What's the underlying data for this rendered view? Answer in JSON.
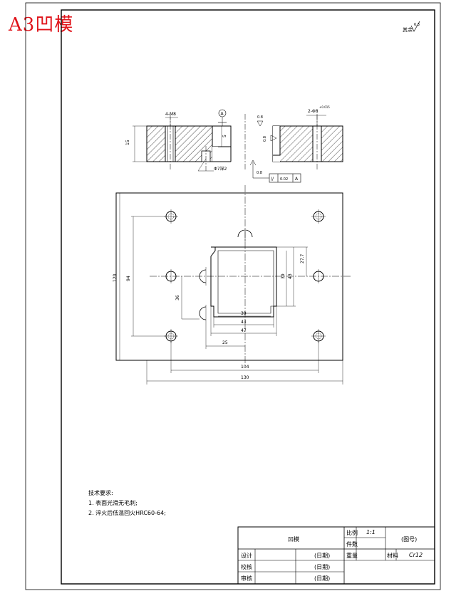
{
  "title": "A3凹模",
  "surface_finish_note": "其余",
  "surface_finish_value": "6.3",
  "section_view": {
    "hole_callout_left": "4-M8",
    "hole_callout_right": "2-Φ8",
    "hole_callout_right_tol": "+0.015",
    "datum_label": "A",
    "thickness": "15",
    "pocket_depth": "5",
    "pocket_roughness": "0.8",
    "bottom_roughness": "0.8",
    "side_roughness": "0.8",
    "counterbore": "Φ7深2",
    "tolerance_symbol": "//",
    "tolerance_value": "0.02",
    "tolerance_datum": "A"
  },
  "plan_view": {
    "overall_width": "130",
    "overall_height": "120",
    "hole_spacing_x": "104",
    "hole_spacing_y": "94",
    "offset_y": "36",
    "cavity_top": "27.7",
    "cavity_height_outer": "43",
    "cavity_height_inner": "39",
    "width_39": "39",
    "width_43": "43",
    "width_47": "47",
    "offset_x": "25"
  },
  "notes": {
    "heading": "技术要求:",
    "items": [
      "1. 表面光滑无毛刺;",
      "2. 淬火后低温回火HRC60-64;"
    ]
  },
  "title_block": {
    "part_name": "凹模",
    "scale_label": "比例",
    "scale_value": "1:1",
    "count_label": "件数",
    "drawing_no": "(图号)",
    "weight_label": "重量",
    "material_label": "材料",
    "material_value": "Cr12",
    "designer_label": "设计",
    "checker_label": "校核",
    "reviewer_label": "审核",
    "date_placeholder": "(日期)"
  }
}
